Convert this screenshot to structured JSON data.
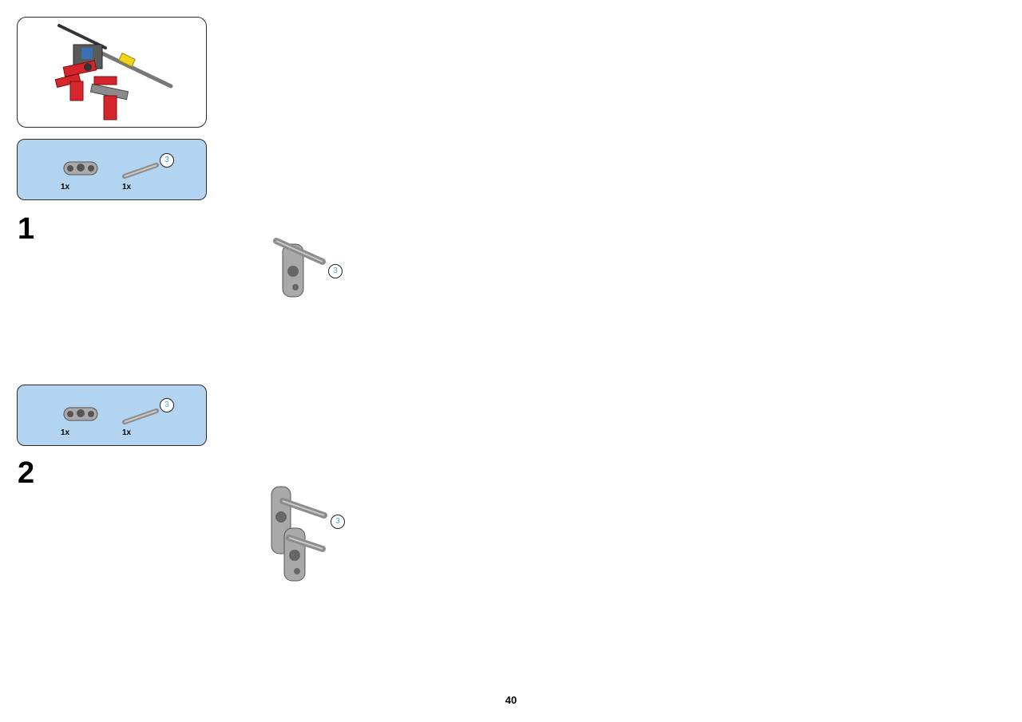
{
  "page": {
    "number": "40"
  },
  "steps": [
    {
      "number": "1",
      "parts": [
        {
          "qty": "1x",
          "icon": "double-pin-connector-icon"
        },
        {
          "qty": "1x",
          "icon": "axle-icon",
          "length": "3"
        }
      ],
      "callout_length": "3"
    },
    {
      "number": "2",
      "parts": [
        {
          "qty": "1x",
          "icon": "double-pin-connector-icon"
        },
        {
          "qty": "1x",
          "icon": "axle-icon",
          "length": "3"
        }
      ],
      "callout_length": "3"
    }
  ],
  "colors": {
    "parts_box_bg": "#b3d4f1",
    "badge_text": "#4aa5d6",
    "model_red": "#d4262c",
    "part_gray": "#a9a9a9"
  }
}
